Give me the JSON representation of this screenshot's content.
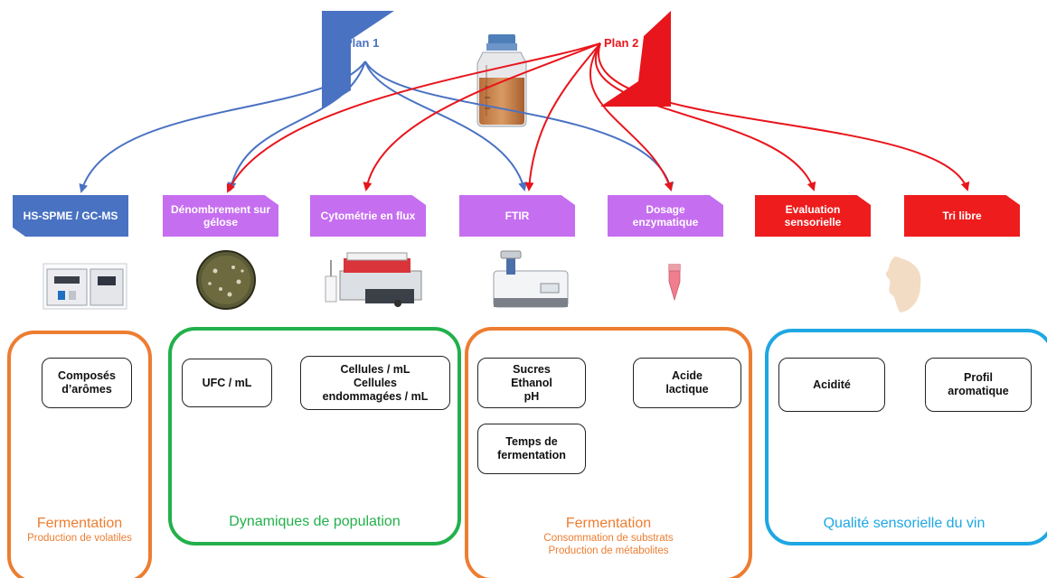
{
  "plans": {
    "plan1": {
      "label": "Plan 1",
      "color": "#4a72c2"
    },
    "plan2": {
      "label": "Plan 2",
      "color": "#e8151c"
    }
  },
  "analyses": [
    {
      "label": "HS-SPME / GC-MS",
      "color": "#4a72c2",
      "icon": "gc-ms-instrument-icon"
    },
    {
      "label": "Dénombrement sur gélose",
      "color": "#c66ef0",
      "icon": "petri-dish-icon"
    },
    {
      "label": "Cytométrie en flux",
      "color": "#c66ef0",
      "icon": "flow-cytometer-icon"
    },
    {
      "label": "FTIR",
      "color": "#c66ef0",
      "icon": "ftir-spectrometer-icon"
    },
    {
      "label": "Dosage enzymatique",
      "color": "#c66ef0",
      "icon": "microtube-icon"
    },
    {
      "label": "Evaluation sensorielle",
      "color": "#ee1c1c",
      "icon": "face-profile-icon"
    },
    {
      "label": "Tri libre",
      "color": "#ee1c1c",
      "icon": ""
    }
  ],
  "groups": {
    "aromes": {
      "color": "#ed7d31",
      "measures": [
        "Composés\nd’arômes"
      ],
      "title": "Fermentation",
      "subtitles": [
        "Production de volatiles"
      ]
    },
    "population": {
      "color": "#22b04b",
      "measures": [
        "UFC / mL",
        "Cellules / mL\nCellules\nendommagées / mL"
      ],
      "title": "Dynamiques de population",
      "subtitles": []
    },
    "metabolites": {
      "color": "#ed7d31",
      "measures": [
        "Sucres\nEthanol\npH",
        "Acide\nlactique",
        "Temps de\nfermentation"
      ],
      "title": "Fermentation",
      "subtitles": [
        "Consommation de substrats",
        "Production de métabolites"
      ]
    },
    "sensoriel": {
      "color": "#1ea7e3",
      "measures": [
        "Acidité",
        "Profil\naromatique"
      ],
      "title": "Qualité sensorielle du vin",
      "subtitles": []
    }
  }
}
